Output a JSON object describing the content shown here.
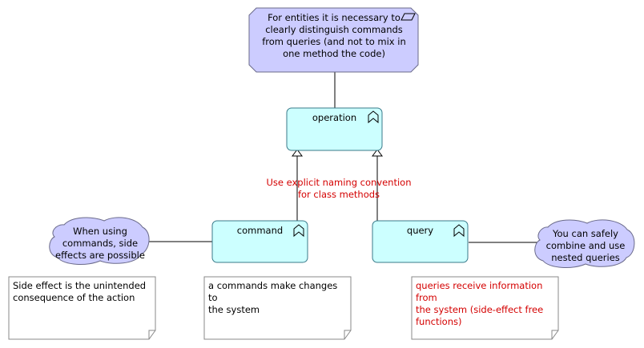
{
  "principle": {
    "lines": [
      "For entities it is necessary to",
      "clearly distinguish commands",
      "from queries (and not to mix in",
      "one method the code)"
    ],
    "icon": "parallelogram-icon",
    "fill": "#ccccff"
  },
  "nodes": {
    "operation": "operation",
    "command": "command",
    "query": "query",
    "fill": "#ccffff",
    "icon": "function-chevron-icon"
  },
  "constraint": {
    "lines": [
      "Use explicit naming convention",
      "for class methods"
    ],
    "color": "#d40000"
  },
  "clouds": {
    "left": [
      "When using",
      "commands, side",
      "effects are possible"
    ],
    "right": [
      "You can safely",
      "combine and use",
      "nested queries"
    ],
    "fill": "#ccccff"
  },
  "notes": {
    "side_effect": [
      "Side effect is the unintended",
      "consequence of the action"
    ],
    "commands": [
      "a commands make changes to",
      "the system"
    ],
    "queries": [
      "queries receive information from",
      "the system (side-effect free",
      "functions)"
    ],
    "queries_color": "#d40000"
  }
}
